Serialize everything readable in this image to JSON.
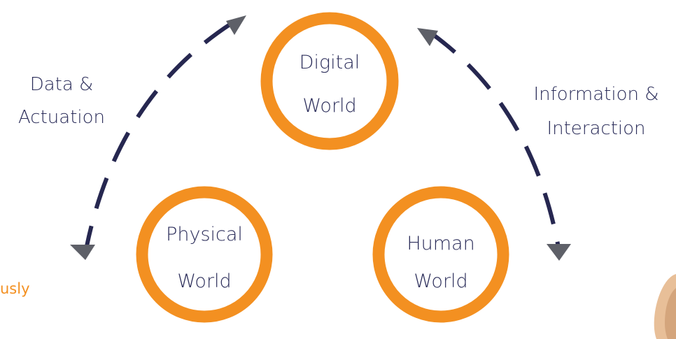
{
  "diagram": {
    "nodes": {
      "digital": {
        "line1": "Digital",
        "line2": "World"
      },
      "physical": {
        "line1": "Physical",
        "line2": "World"
      },
      "human": {
        "line1": "Human",
        "line2": "World"
      }
    },
    "links": {
      "left": {
        "line1": "Data &",
        "line2": "Actuation"
      },
      "right": {
        "line1": "Information &",
        "line2": "Interaction"
      }
    },
    "edge_fragment": "usly"
  },
  "colors": {
    "ring": "#f39021",
    "text": "#2b2d5a",
    "arrow_line": "#262750",
    "arrow_head": "#5e6068",
    "accent_text": "#f39021",
    "hand": "#e8bf98"
  }
}
